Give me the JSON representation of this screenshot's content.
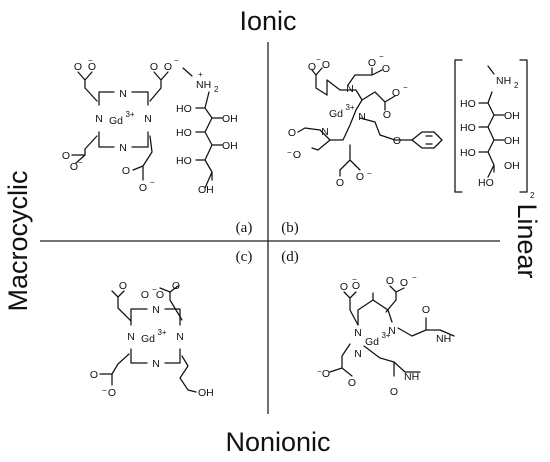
{
  "axes": {
    "top": "Ionic",
    "bottom": "Nonionic",
    "left": "Macrocyclic",
    "right": "Linear"
  },
  "panels": {
    "a": "(a)",
    "b": "(b)",
    "c": "(c)",
    "d": "(d)"
  },
  "atoms": {
    "N": "N",
    "O": "O",
    "OH": "OH",
    "HO": "HO",
    "NH": "NH",
    "NH2": "NH",
    "NH2_sub": "2",
    "Gd": "Gd",
    "Gd_charge": "3+",
    "minus": "−",
    "plus": "+",
    "bracket_sub": "2"
  }
}
